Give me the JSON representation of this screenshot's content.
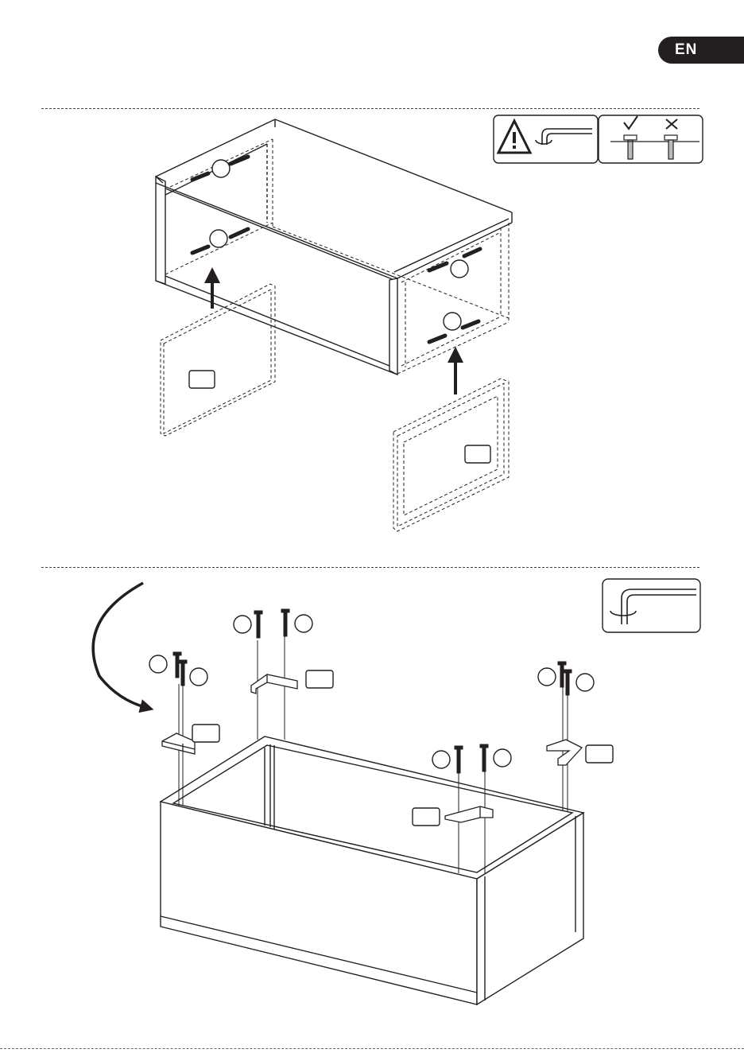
{
  "header": {
    "language": "EN"
  },
  "steps": [
    {
      "step": "top",
      "callout_labels": [
        "",
        "",
        "",
        ""
      ],
      "panel_labels": [
        "",
        ""
      ]
    },
    {
      "step": "bottom",
      "callout_labels": [
        "",
        "",
        "",
        "",
        "",
        "",
        "",
        ""
      ],
      "part_labels": [
        "",
        "",
        "",
        ""
      ]
    }
  ],
  "icons": {
    "warning": "warning-triangle-icon",
    "allen_key": "allen-key-icon",
    "correct": "checkmark-icon",
    "incorrect": "cross-icon"
  },
  "colors": {
    "ink": "#231f20",
    "paper": "#ffffff"
  }
}
